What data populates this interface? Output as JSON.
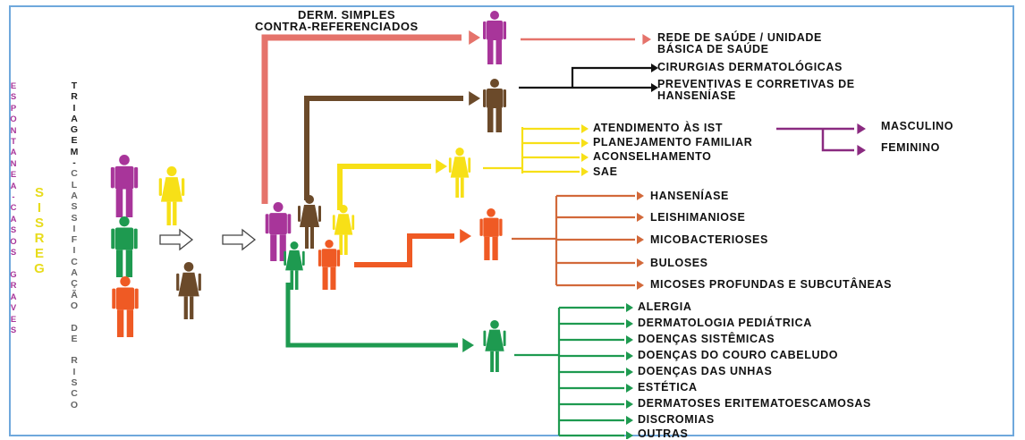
{
  "header": {
    "line1": "DERM. SIMPLES",
    "line2": "CONTRA-REFERENCIADOS"
  },
  "side": {
    "espontanea": "ESPONTANEA-CASOS GRAVES",
    "sisreg": "SISREG",
    "triagem": "TRIAGEM-CLASSIFICAÇÃO DE RISCO"
  },
  "colors": {
    "magenta": "#a8359a",
    "yellow": "#f7e017",
    "green": "#1e9a50",
    "orange": "#ef5a24",
    "brown": "#6b4a2a",
    "salmon": "#e5736b",
    "rust": "#d2693a",
    "purple": "#8a2a80",
    "black": "#111111"
  },
  "branches": {
    "salmon": {
      "label": "REDE DE SAÚDE / UNIDADE BÁSICA DE SAÚDE"
    },
    "brown": {
      "items": [
        "CIRURGIAS DERMATOLÓGICAS",
        "PREVENTIVAS E CORRETIVAS DE HANSENÍASE"
      ]
    },
    "yellow": {
      "items": [
        "ATENDIMENTO ÀS IST",
        "PLANEJAMENTO FAMILIAR",
        "ACONSELHAMENTO",
        "SAE"
      ],
      "sub_items": [
        "MASCULINO",
        "FEMININO"
      ]
    },
    "orange": {
      "items": [
        "HANSENÍASE",
        "LEISHIMANIOSE",
        "MICOBACTERIOSES",
        "BULOSES",
        "MICOSES PROFUNDAS E SUBCUTÂNEAS"
      ]
    },
    "green": {
      "items": [
        "ALERGIA",
        "DERMATOLOGIA PEDIÁTRICA",
        "DOENÇAS SISTÊMICAS",
        "DOENÇAS DO COURO CABELUDO",
        "DOENÇAS DAS UNHAS",
        "ESTÉTICA",
        "DERMATOSES ERITEMATOESCAMOSAS",
        "DISCROMIAS",
        "OUTRAS"
      ]
    }
  }
}
